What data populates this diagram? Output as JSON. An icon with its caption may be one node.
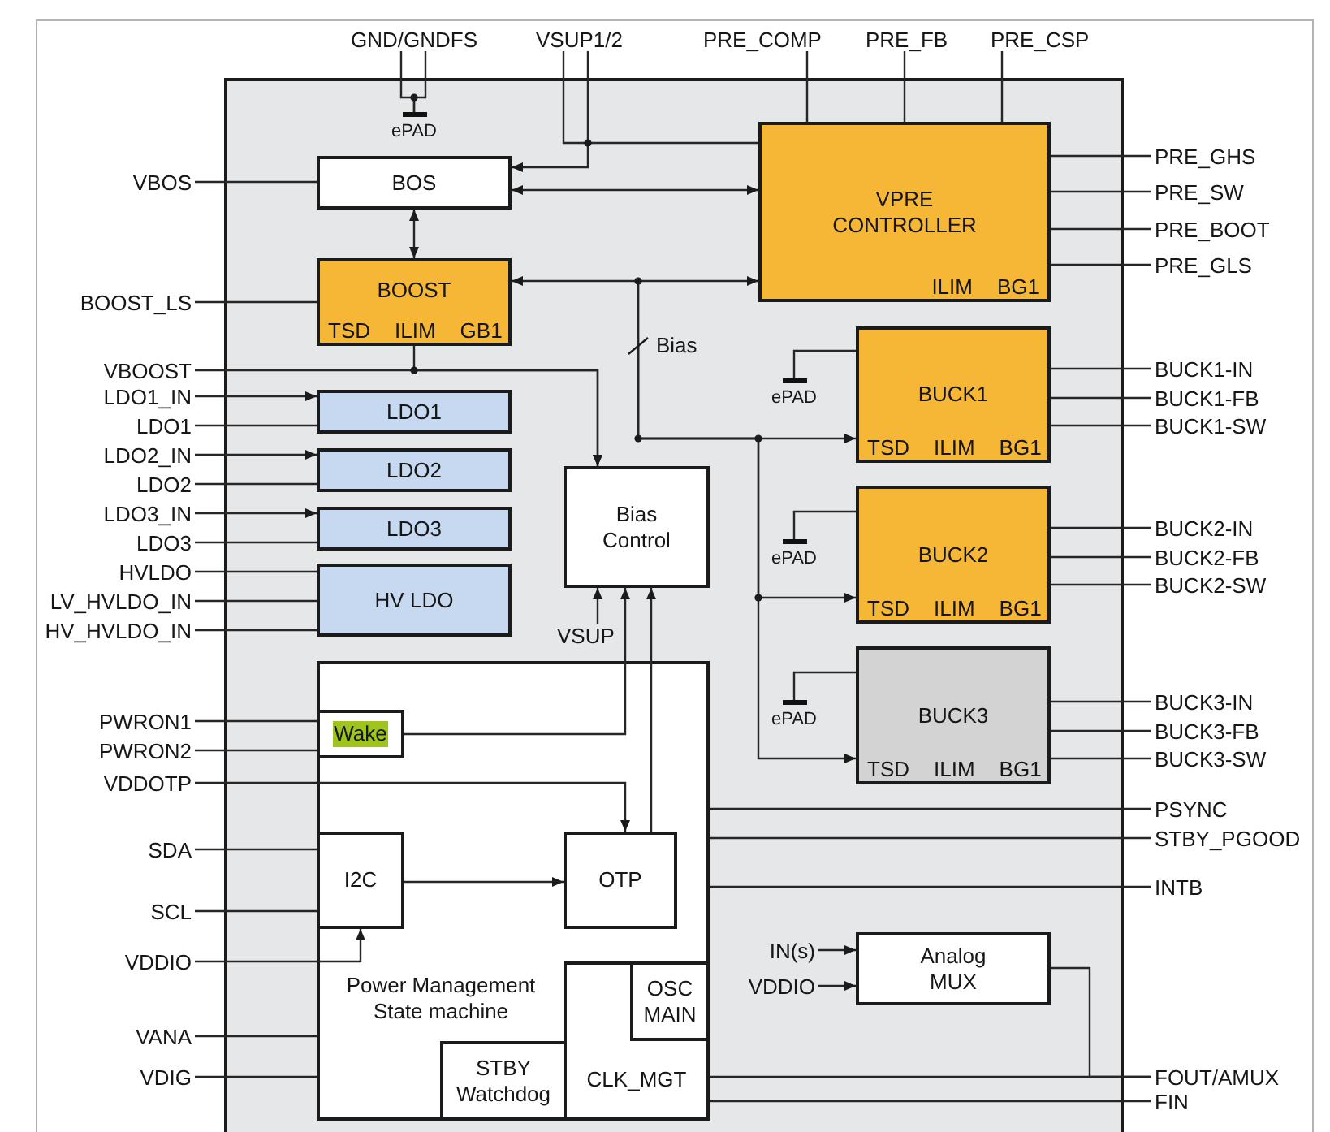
{
  "diagram": {
    "nodes": [
      {
        "text": [
          "GND/GNDFS"
        ]
      },
      {
        "text": [
          "VSUP1/2"
        ]
      },
      {
        "text": [
          "PRE_COMP"
        ]
      },
      {
        "text": [
          "PRE_FB"
        ]
      },
      {
        "text": [
          "PRE_CSP"
        ]
      },
      {
        "text": [],
        "shape": "box"
      },
      {
        "text": [
          "ePAD"
        ],
        "in": 5
      },
      {
        "text": [
          "BOS"
        ],
        "in": 5
      },
      {
        "text": [
          "VPRE CONTROLLER",
          "ILIM",
          "BG1"
        ],
        "in": 5
      },
      {
        "text": [
          "BOOST",
          "TSD",
          "ILIM",
          "GB1"
        ],
        "in": 5
      },
      {
        "text": [
          "LDO1"
        ],
        "in": 5
      },
      {
        "text": [
          "LDO2"
        ],
        "in": 5
      },
      {
        "text": [
          "LDO3"
        ],
        "in": 5
      },
      {
        "text": [
          "HV LDO"
        ],
        "in": 5
      },
      {
        "text": [
          "Bias Control"
        ],
        "in": 5
      },
      {
        "text": [
          "VSUP"
        ],
        "in": 5
      },
      {
        "text": [
          "BUCK1",
          "TSD",
          "ILIM",
          "BG1"
        ],
        "in": 5
      },
      {
        "text": [
          "ePAD"
        ],
        "in": 5
      },
      {
        "text": [
          "BUCK2",
          "TSD",
          "ILIM",
          "BG1"
        ],
        "in": 5
      },
      {
        "text": [
          "ePAD"
        ],
        "in": 5
      },
      {
        "text": [
          "BUCK3",
          "TSD",
          "ILIM",
          "BG1"
        ],
        "in": 5
      },
      {
        "text": [
          "ePAD"
        ],
        "in": 5
      },
      {
        "text": [
          "Power Management State machine"
        ],
        "in": 5
      },
      {
        "text": [
          "Wake"
        ],
        "in": 22
      },
      {
        "text": [
          "I2C"
        ],
        "in": 22
      },
      {
        "text": [
          "OTP"
        ],
        "in": 22
      },
      {
        "text": [
          "STBY Watchdog"
        ],
        "in": 22
      },
      {
        "text": [
          "CLK_MGT"
        ],
        "in": 22
      },
      {
        "text": [
          "OSC MAIN"
        ],
        "in": 27
      },
      {
        "text": [
          "IN(s)"
        ],
        "in": 5
      },
      {
        "text": [
          "VDDIO"
        ],
        "in": 5
      },
      {
        "text": [
          "Analog MUX"
        ],
        "in": 5
      },
      {
        "text": [
          "VBOS"
        ]
      },
      {
        "text": [
          "BOOST_LS"
        ]
      },
      {
        "text": [
          "VBOOST"
        ]
      },
      {
        "text": [
          "LDO1_IN"
        ]
      },
      {
        "text": [
          "LDO1"
        ]
      },
      {
        "text": [
          "LDO2_IN"
        ]
      },
      {
        "text": [
          "LDO2"
        ]
      },
      {
        "text": [
          "LDO3_IN"
        ]
      },
      {
        "text": [
          "LDO3"
        ]
      },
      {
        "text": [
          "HVLDO"
        ]
      },
      {
        "text": [
          "LV_HVLDO_IN"
        ]
      },
      {
        "text": [
          "HV_HVLDO_IN"
        ]
      },
      {
        "text": [
          "PWRON1"
        ]
      },
      {
        "text": [
          "PWRON2"
        ]
      },
      {
        "text": [
          "VDDOTP"
        ]
      },
      {
        "text": [
          "SDA"
        ]
      },
      {
        "text": [
          "SCL"
        ]
      },
      {
        "text": [
          "VDDIO"
        ]
      },
      {
        "text": [
          "VANA"
        ]
      },
      {
        "text": [
          "VDIG"
        ]
      },
      {
        "text": [
          "PRE_GHS"
        ]
      },
      {
        "text": [
          "PRE_SW"
        ]
      },
      {
        "text": [
          "PRE_BOOT"
        ]
      },
      {
        "text": [
          "PRE_GLS"
        ]
      },
      {
        "text": [
          "BUCK1-IN"
        ]
      },
      {
        "text": [
          "BUCK1-FB"
        ]
      },
      {
        "text": [
          "BUCK1-SW"
        ]
      },
      {
        "text": [
          "BUCK2-IN"
        ]
      },
      {
        "text": [
          "BUCK2-FB"
        ]
      },
      {
        "text": [
          "BUCK2-SW"
        ]
      },
      {
        "text": [
          "BUCK3-IN"
        ]
      },
      {
        "text": [
          "BUCK3-FB"
        ]
      },
      {
        "text": [
          "BUCK3-SW"
        ]
      },
      {
        "text": [
          "PSYNC"
        ]
      },
      {
        "text": [
          "STBY_PGOOD"
        ]
      },
      {
        "text": [
          "INTB"
        ]
      },
      {
        "text": [
          "FOUT/AMUX"
        ]
      },
      {
        "text": [
          "FIN"
        ]
      }
    ],
    "edges": [
      {
        "from": 0,
        "to": 6,
        "arrow": "none"
      },
      {
        "from": 0,
        "to": 6,
        "arrow": "none"
      },
      {
        "from": 1,
        "to": 8,
        "arrow": "none"
      },
      {
        "from": 1,
        "to": 7,
        "arrow": "to"
      },
      {
        "from": 2,
        "to": 8,
        "arrow": "none"
      },
      {
        "from": 3,
        "to": 8,
        "arrow": "none"
      },
      {
        "from": 4,
        "to": 8,
        "arrow": "none"
      },
      {
        "from": 7,
        "to": 8,
        "arrow": "both"
      },
      {
        "from": 7,
        "to": 9,
        "arrow": "both"
      },
      {
        "from": 8,
        "to": 52,
        "arrow": "none"
      },
      {
        "from": 8,
        "to": 53,
        "arrow": "none"
      },
      {
        "from": 8,
        "to": 54,
        "arrow": "none"
      },
      {
        "from": 8,
        "to": 55,
        "arrow": "none"
      },
      {
        "from": 32,
        "to": 7,
        "arrow": "none"
      },
      {
        "from": 33,
        "to": 9,
        "arrow": "none"
      },
      {
        "from": 34,
        "to": 14,
        "arrow": "to"
      },
      {
        "from": 9,
        "to": 14,
        "arrow": "to"
      },
      {
        "from": 35,
        "to": 10,
        "arrow": "to"
      },
      {
        "from": 36,
        "to": 10,
        "arrow": "none"
      },
      {
        "from": 37,
        "to": 11,
        "arrow": "to"
      },
      {
        "from": 38,
        "to": 11,
        "arrow": "none"
      },
      {
        "from": 39,
        "to": 12,
        "arrow": "to"
      },
      {
        "from": 40,
        "to": 12,
        "arrow": "none"
      },
      {
        "from": 41,
        "to": 13,
        "arrow": "none"
      },
      {
        "from": 42,
        "to": 13,
        "arrow": "none"
      },
      {
        "from": 43,
        "to": 13,
        "arrow": "none"
      },
      {
        "from": 15,
        "to": 14,
        "arrow": "to"
      },
      {
        "from": 23,
        "to": 14,
        "arrow": "to"
      },
      {
        "from": 25,
        "to": 14,
        "arrow": "to"
      },
      {
        "from": null,
        "to": 9,
        "arrow": "to"
      },
      {
        "from": null,
        "to": 8,
        "arrow": "to"
      },
      {
        "from": null,
        "to": 16,
        "arrow": "to"
      },
      {
        "from": null,
        "to": 18,
        "arrow": "to"
      },
      {
        "from": null,
        "to": 20,
        "arrow": "to"
      },
      {
        "from": 16,
        "to": 17,
        "arrow": "none"
      },
      {
        "from": 18,
        "to": 19,
        "arrow": "none"
      },
      {
        "from": 20,
        "to": 21,
        "arrow": "none"
      },
      {
        "from": 16,
        "to": 56,
        "arrow": "none"
      },
      {
        "from": 16,
        "to": 57,
        "arrow": "none"
      },
      {
        "from": 16,
        "to": 58,
        "arrow": "none"
      },
      {
        "from": 18,
        "to": 59,
        "arrow": "none"
      },
      {
        "from": 18,
        "to": 60,
        "arrow": "none"
      },
      {
        "from": 18,
        "to": 61,
        "arrow": "none"
      },
      {
        "from": 20,
        "to": 62,
        "arrow": "none"
      },
      {
        "from": 20,
        "to": 63,
        "arrow": "none"
      },
      {
        "from": 20,
        "to": 64,
        "arrow": "none"
      },
      {
        "from": 44,
        "to": 23,
        "arrow": "none"
      },
      {
        "from": 45,
        "to": 23,
        "arrow": "none"
      },
      {
        "from": 46,
        "to": 25,
        "arrow": "to"
      },
      {
        "from": 47,
        "to": 24,
        "arrow": "none"
      },
      {
        "from": 48,
        "to": 24,
        "arrow": "none"
      },
      {
        "from": 49,
        "to": 24,
        "arrow": "to"
      },
      {
        "from": 24,
        "to": 25,
        "arrow": "to"
      },
      {
        "from": 50,
        "to": 22,
        "arrow": "none"
      },
      {
        "from": 51,
        "to": 22,
        "arrow": "none"
      },
      {
        "from": 22,
        "to": 65,
        "arrow": "none"
      },
      {
        "from": 22,
        "to": 66,
        "arrow": "none"
      },
      {
        "from": 22,
        "to": 67,
        "arrow": "none"
      },
      {
        "from": 29,
        "to": 31,
        "arrow": "to"
      },
      {
        "from": 30,
        "to": 31,
        "arrow": "to"
      },
      {
        "from": 31,
        "to": 68,
        "arrow": "none"
      },
      {
        "from": 27,
        "to": 68,
        "arrow": "none"
      },
      {
        "from": 27,
        "to": 69,
        "arrow": "none"
      }
    ],
    "labels": [
      "Bias"
    ]
  }
}
